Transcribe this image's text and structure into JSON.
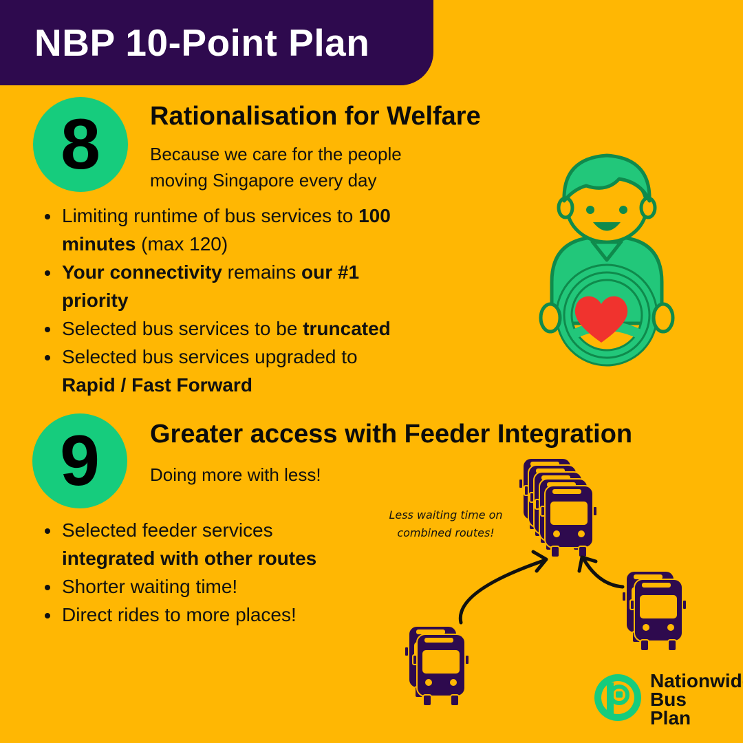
{
  "header": {
    "title": "NBP 10-Point Plan"
  },
  "section8": {
    "number": "8",
    "title": "Rationalisation for Welfare",
    "subtitle_line1": "Because we care for the people",
    "subtitle_line2": "moving Singapore every day",
    "bullets": [
      {
        "pre": "Limiting runtime of bus services to ",
        "b1": "100",
        "br": "minutes",
        "post": " (max 120)"
      },
      {
        "b1": "Your connectivity",
        "mid": " remains ",
        "b2": "our #1",
        "b3": "priority"
      },
      {
        "pre": "Selected bus services to be ",
        "b1": "truncated"
      },
      {
        "pre": "Selected bus services upgraded to",
        "b1": "Rapid / Fast Forward"
      }
    ]
  },
  "section9": {
    "number": "9",
    "title": "Greater access with Feeder Integration",
    "subtitle": "Doing more with less!",
    "bullets": [
      {
        "pre": "Selected feeder services",
        "b1": "integrated with other routes"
      },
      {
        "pre": "Shorter waiting time!"
      },
      {
        "pre": "Direct rides to more places!"
      }
    ],
    "illustration_note_line1": "Less waiting time on",
    "illustration_note_line2": "combined routes!"
  },
  "logo": {
    "line1": "Nationwide",
    "line2": "Bus",
    "line3": "Plan",
    "mark": "P"
  },
  "icons": {
    "driver": "bus-driver-heart-icon",
    "bus": "bus-icon",
    "arrow": "curved-arrow-icon"
  },
  "colors": {
    "background": "#FFB703",
    "header": "#2E0A4E",
    "accent_green": "#16CC7D",
    "bus_purple": "#2E0A4E",
    "heart_red": "#F0332E",
    "driver_green": "#22C77A"
  }
}
